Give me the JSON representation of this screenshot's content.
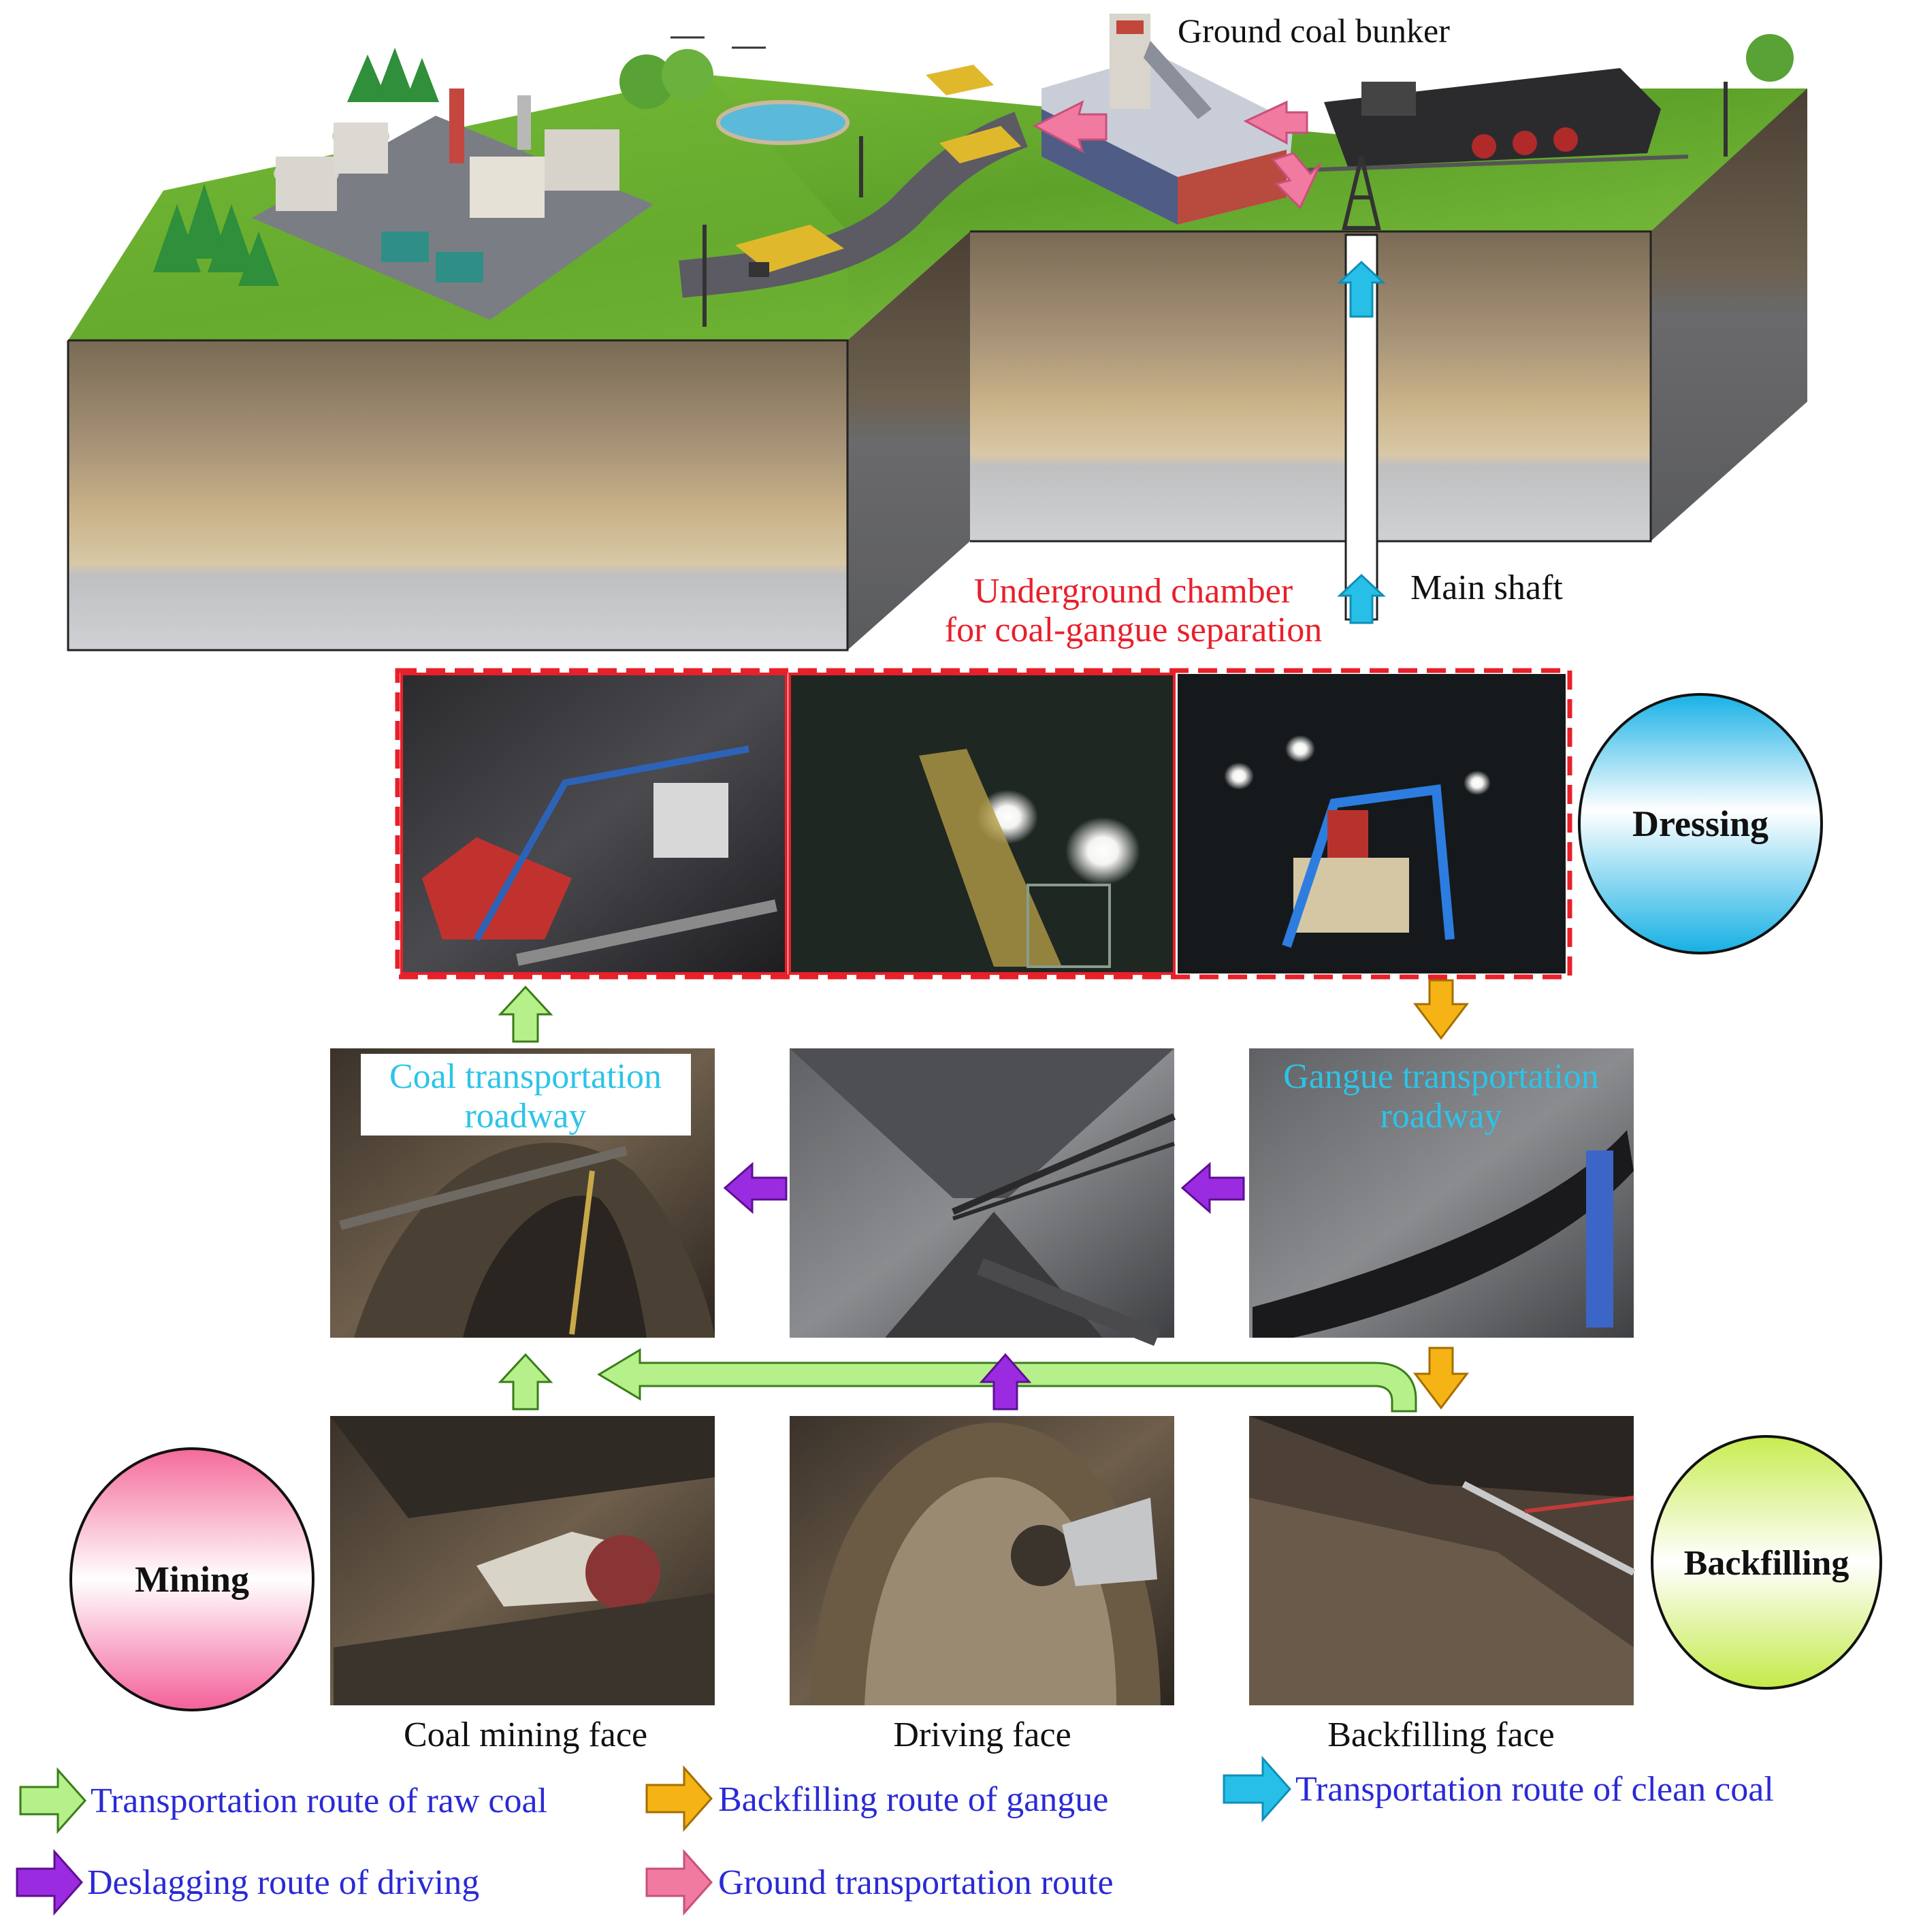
{
  "labels": {
    "ground_bunker": "Ground coal bunker",
    "main_shaft": "Main shaft",
    "chamber_line1": "Underground chamber",
    "chamber_line2": "for coal-gangue separation",
    "coal_road_line1": "Coal transportation",
    "coal_road_line2": "roadway",
    "gangue_road_line1": "Gangue transportation",
    "gangue_road_line2": "roadway",
    "coal_face": "Coal mining face",
    "driving_face": "Driving face",
    "backfill_face": "Backfilling face"
  },
  "stages": {
    "dressing": "Dressing",
    "mining": "Mining",
    "backfilling": "Backfilling"
  },
  "legend": [
    {
      "text": "Transportation route of raw coal",
      "color": "#b6f08a",
      "icon": "green-arrow-icon"
    },
    {
      "text": "Backfilling route of gangue",
      "color": "#f5b316",
      "icon": "orange-arrow-icon"
    },
    {
      "text": "Transportation route of clean coal",
      "color": "#27bfe8",
      "icon": "blue-arrow-icon"
    },
    {
      "text": "Deslagging route of driving",
      "color": "#9b2be0",
      "icon": "purple-arrow-icon"
    },
    {
      "text": "Ground transportation route",
      "color": "#f07aa0",
      "icon": "pink-arrow-icon"
    }
  ],
  "colors": {
    "chamber_label": "#e8202a",
    "roadway_label": "#2cc4e8",
    "legend_text": "#2a2ad6",
    "chamber_border": "#e8202a"
  }
}
